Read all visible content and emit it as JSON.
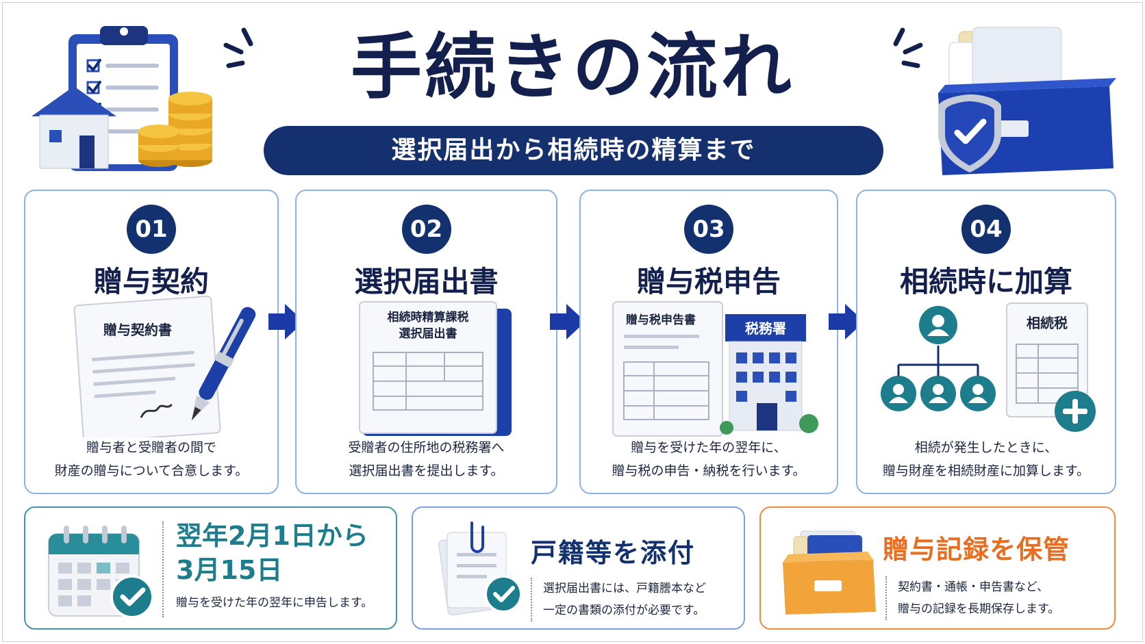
{
  "header": {
    "title": "手続きの流れ",
    "subtitle": "選択届出から相続時の精算まで"
  },
  "steps": [
    {
      "number": "01",
      "title": "贈与契約",
      "doc_label": "贈与契約書",
      "desc_line1": "贈与者と受贈者の間で",
      "desc_line2": "財産の贈与について合意します。"
    },
    {
      "number": "02",
      "title": "選択届出書",
      "doc_label_line1": "相続時精算課税",
      "doc_label_line2": "選択届出書",
      "desc_line1": "受贈者の住所地の税務署へ",
      "desc_line2": "選択届出書を提出します。"
    },
    {
      "number": "03",
      "title": "贈与税申告",
      "doc_label": "贈与税申告書",
      "office_label": "税務署",
      "desc_line1": "贈与を受けた年の翌年に、",
      "desc_line2": "贈与税の申告・納税を行います。"
    },
    {
      "number": "04",
      "title": "相続時に加算",
      "doc_label": "相続税",
      "desc_line1": "相続が発生したときに、",
      "desc_line2": "贈与財産を相続財産に加算します。"
    }
  ],
  "notes": {
    "deadline": {
      "head_line1": "翌年2月1日から",
      "head_line2": "3月15日",
      "sub": "贈与を受けた年の翌年に申告します。"
    },
    "attach": {
      "head": "戸籍等を添付",
      "sub_line1": "選択届出書には、戸籍謄本など",
      "sub_line2": "一定の書類の添付が必要です。"
    },
    "keep": {
      "head": "贈与記録を保管",
      "sub_line1": "契約書・通帳・申告書など、",
      "sub_line2": "贈与の記録を長期保存します。"
    }
  },
  "colors": {
    "navy": "#13306f",
    "teal": "#1e7d8c",
    "orange": "#e86d1e",
    "card_border": "#8db2e8"
  }
}
